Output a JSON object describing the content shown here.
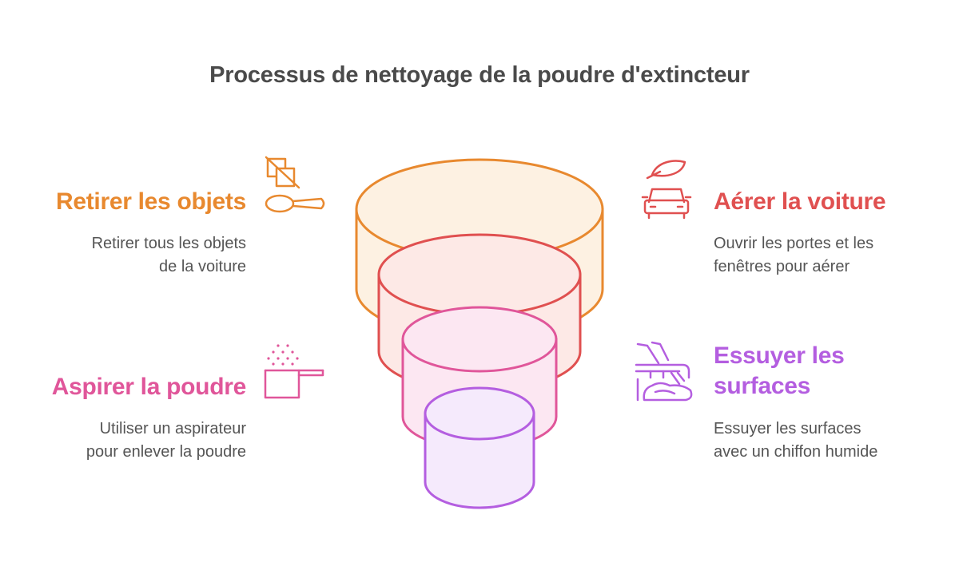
{
  "title": "Processus de nettoyage de la poudre d'extincteur",
  "steps": {
    "remove": {
      "heading": "Retirer les objets",
      "desc_line1": "Retirer tous les objets",
      "desc_line2": "de la voiture",
      "color": "#e8892f",
      "icon": "removing-objects-icon"
    },
    "ventilate": {
      "heading": "Aérer la voiture",
      "desc_line1": "Ouvrir les portes et les",
      "desc_line2": "fenêtres pour aérer",
      "color": "#e05050",
      "icon": "car-leaf-icon"
    },
    "vacuum": {
      "heading": "Aspirer la poudre",
      "desc_line1": "Utiliser un aspirateur",
      "desc_line2": "pour enlever la poudre",
      "color": "#e0569a",
      "icon": "powder-cup-icon"
    },
    "wipe": {
      "heading_line1": "Essuyer les",
      "heading_line2": "surfaces",
      "desc_line1": "Essuyer les surfaces",
      "desc_line2": "avec un chiffon humide",
      "color": "#b45ee0",
      "icon": "seat-wiping-icon"
    }
  }
}
